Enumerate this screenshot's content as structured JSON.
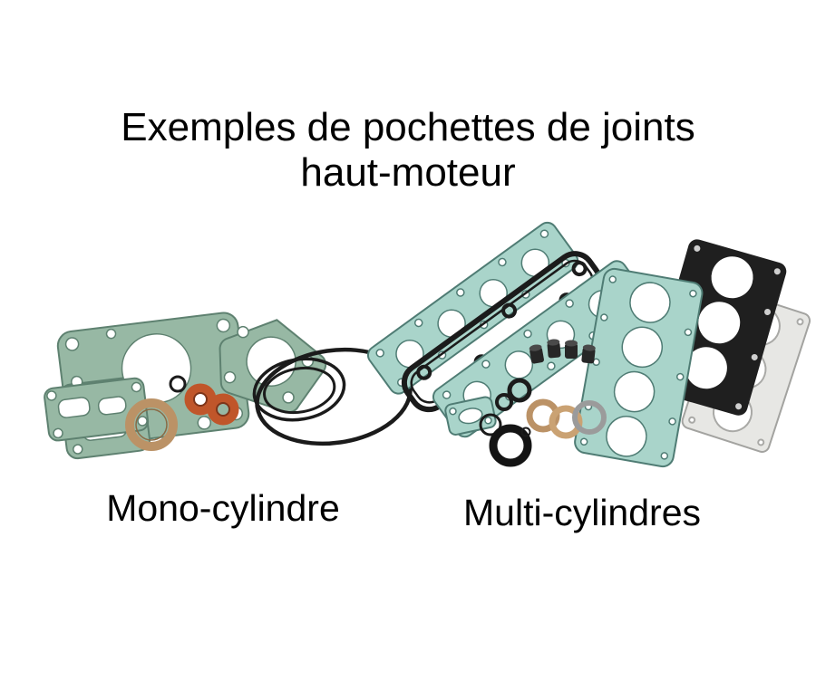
{
  "title": {
    "line1": "Exemples de pochettes de joints",
    "line2": "haut-moteur"
  },
  "captions": {
    "mono": "Mono-cylindre",
    "multi": "Multi-cylindres"
  },
  "colors": {
    "background": "#ffffff",
    "text": "#000000",
    "gasket_green": "#97b8a4",
    "gasket_green_edge": "#5e8170",
    "gasket_teal": "#a9d4ca",
    "gasket_teal_edge": "#4f7c74",
    "copper": "#c0562a",
    "fiber_tan": "#bb9266",
    "rubber_black": "#1b1b1b",
    "metal_grey": "#e7e7e4"
  }
}
